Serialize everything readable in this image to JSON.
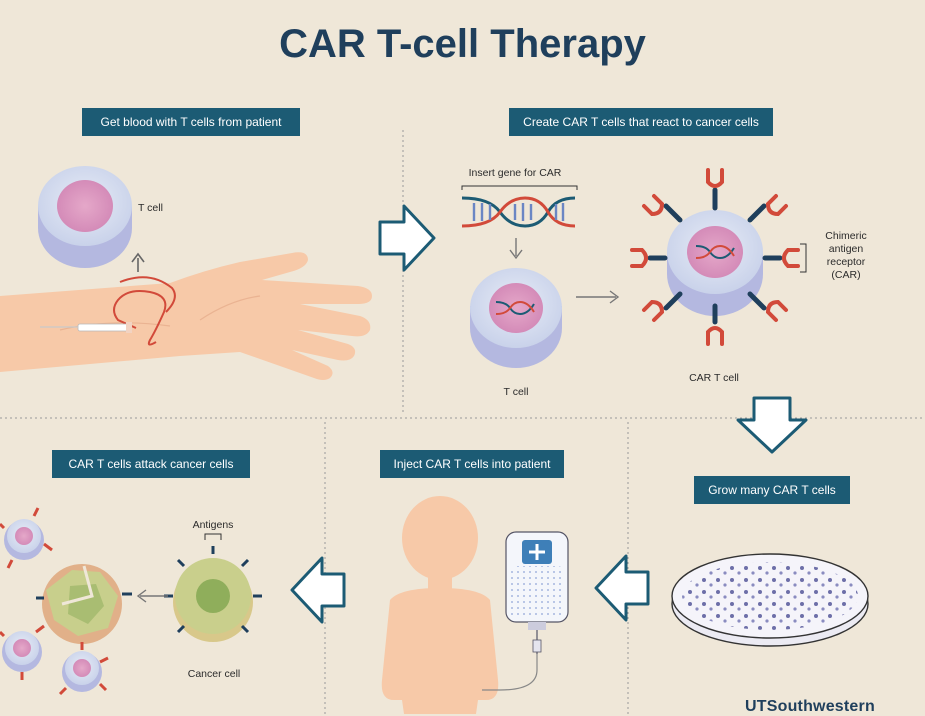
{
  "title": "CAR T-cell Therapy",
  "steps": {
    "get_blood": "Get blood with T cells from patient",
    "create": "Create CAR T cells that react to cancer cells",
    "grow": "Grow many CAR T cells",
    "inject": "Inject CAR T cells into patient",
    "attack": "CAR T cells attack cancer cells"
  },
  "labels": {
    "t_cell_1": "T cell",
    "insert_gene": "Insert gene for CAR",
    "t_cell_2": "T cell",
    "car_t_cell": "CAR T cell",
    "car_line1": "Chimeric",
    "car_line2": "antigen",
    "car_line3": "receptor",
    "car_line4": "(CAR)",
    "antigens": "Antigens",
    "cancer_cell": "Cancer cell"
  },
  "brand": "UTSouthwestern",
  "colors": {
    "background": "#efe7d8",
    "banner": "#1c5b74",
    "title": "#1f3f5c",
    "car_receptor": "#d24a3a",
    "receptor_stalk": "#1f3f5c",
    "skin": "#f7c9a8"
  }
}
